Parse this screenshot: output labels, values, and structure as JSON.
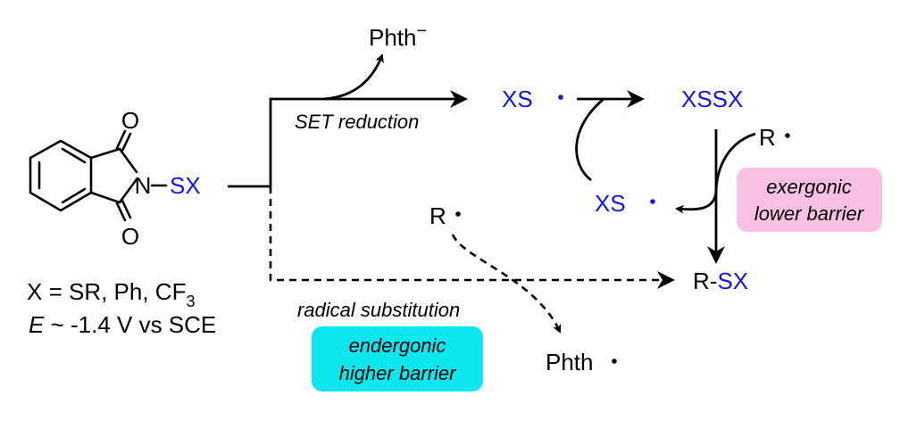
{
  "colors": {
    "black": "#000000",
    "blue": "#1414e6",
    "pink_box": "#f9c0e4",
    "cyan_box": "#0ce6ee"
  },
  "reagent": {
    "o_top": "O",
    "o_bottom": "O",
    "n": "N",
    "sx": "SX"
  },
  "conditions": {
    "x_line_main": "X = SR, Ph, CF",
    "x_line_sub": "3",
    "potential_e": "E",
    "potential_rest": " ~ -1.4 V vs SCE"
  },
  "species": {
    "phth_anion": "Phth",
    "anion_charge": "−",
    "xs_radical_1": "XS",
    "xssx": "XSSX",
    "r_radical_1": "R",
    "xs_radical_2": "XS",
    "r_radical_2": "R",
    "product_r": "R-",
    "product_sx": "SX",
    "phth_radical": "Phth"
  },
  "labels": {
    "set_reduction": "SET  reduction",
    "radical_substitution": "radical substitution"
  },
  "boxes": {
    "exergonic_line1": "exergonic",
    "exergonic_line2": "lower barrier",
    "endergonic_line1": "endergonic",
    "endergonic_line2": "higher barrier"
  }
}
